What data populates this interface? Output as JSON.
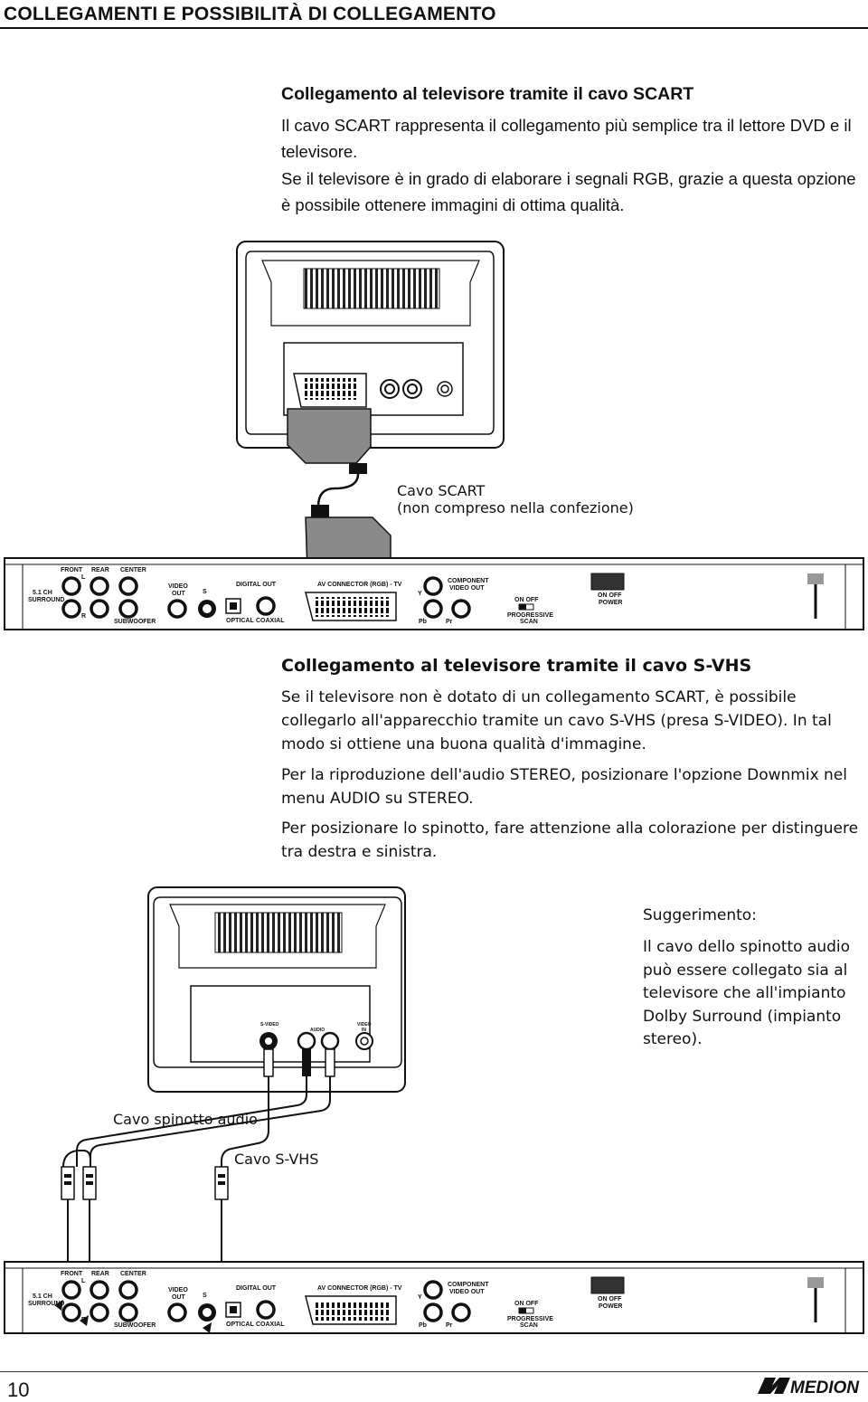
{
  "header": {
    "title": "COLLEGAMENTI E POSSIBILITÀ DI COLLEGAMENTO"
  },
  "section1": {
    "heading": "Collegamento al televisore tramite il cavo SCART",
    "p1": "Il cavo SCART rappresenta il collegamento più semplice tra il lettore DVD e il televisore.",
    "p2": "Se il televisore è in grado di elaborare i segnali RGB, grazie a questa opzione è possibile ottenere immagini di ottima qualità.",
    "caption_line1": "Cavo SCART",
    "caption_line2": "(non compreso nella confezione)"
  },
  "section2": {
    "heading": "Collegamento al televisore tramite il cavo S-VHS",
    "p1": "Se il televisore non è dotato di un collegamento SCART, è possibile collegarlo all'apparecchio tramite un cavo S-VHS (presa S-VIDEO). In tal modo si ottiene una buona qualità d'immagine.",
    "p2": "Per la riproduzione dell'audio STEREO, posizionare l'opzione Downmix nel menu AUDIO su STEREO.",
    "p3": "Per posizionare lo spinotto, fare attenzione alla colorazione per distinguere tra destra e sinistra.",
    "tip_title": "Suggerimento:",
    "tip_text": "Il cavo dello spinotto audio può essere collegato sia al televisore che all'impianto Dolby Surround (impianto stereo).",
    "caption_audio": "Cavo spinotto audio",
    "caption_svhs": "Cavo S-VHS"
  },
  "panel": {
    "front": "FRONT",
    "rear": "REAR",
    "center": "CENTER",
    "l": "L",
    "r": "R",
    "surround1": "5.1 CH",
    "surround2": "SURROUND",
    "subwoofer": "SUBWOOFER",
    "video1": "VIDEO",
    "video2": "OUT",
    "s": "S",
    "digital_out": "DIGITAL OUT",
    "optical": "OPTICAL",
    "coaxial": "COAXIAL",
    "av_connector": "AV CONNECTOR (RGB) - TV",
    "y": "Y",
    "pb": "Pb",
    "pr": "Pr",
    "component1": "COMPONENT",
    "component2": "VIDEO OUT",
    "on_off": "ON   OFF",
    "progressive1": "PROGRESSIVE",
    "progressive2": "SCAN",
    "power1": "ON OFF",
    "power2": "POWER"
  },
  "tv2": {
    "svideo": "S-VIDEO",
    "audio": "AUDIO",
    "video": "VIDEO",
    "in": "IN"
  },
  "footer": {
    "page_number": "10",
    "brand": "MEDION"
  }
}
